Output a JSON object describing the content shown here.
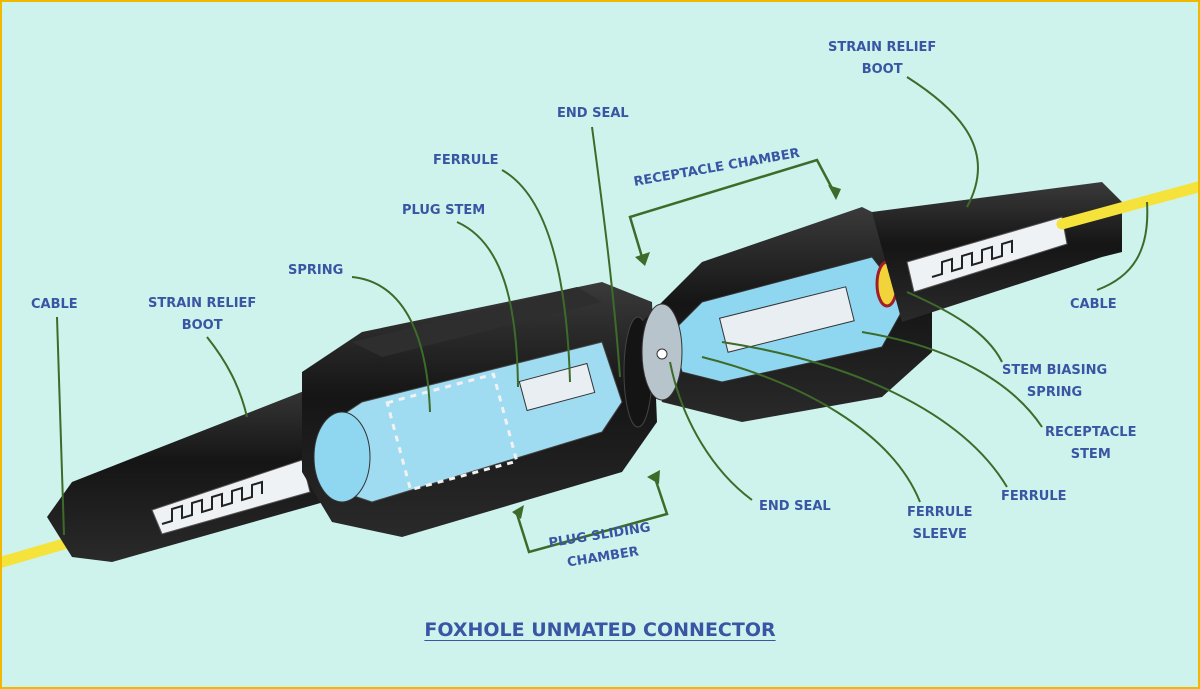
{
  "title": "FOXHOLE UNMATED CONNECTOR",
  "labels": {
    "cable_left": "CABLE",
    "strain_relief_left_1": "STRAIN RELIEF",
    "strain_relief_left_2": "BOOT",
    "spring": "SPRING",
    "plug_stem": "PLUG STEM",
    "ferrule_left": "FERRULE",
    "end_seal_top": "END SEAL",
    "receptacle_chamber": "RECEPTACLE CHAMBER",
    "strain_relief_right_1": "STRAIN RELIEF",
    "strain_relief_right_2": "BOOT",
    "cable_right": "CABLE",
    "stem_biasing_1": "STEM BIASING",
    "stem_biasing_2": "SPRING",
    "receptacle_stem_1": "RECEPTACLE",
    "receptacle_stem_2": "STEM",
    "ferrule_right": "FERRULE",
    "ferrule_sleeve_1": "FERRULE",
    "ferrule_sleeve_2": "SLEEVE",
    "end_seal_bottom": "END SEAL",
    "plug_sliding_1": "PLUG SLIDING",
    "plug_sliding_2": "CHAMBER"
  },
  "colors": {
    "background": "#cdf3ec",
    "border": "#f2b800",
    "label_text": "#3a55a3",
    "leader_line": "#3d6b2a",
    "cable": "#f5e23a",
    "body": "#1b1b1b",
    "cutaway": "#8fd7f0",
    "insert": "#e9eef3"
  }
}
